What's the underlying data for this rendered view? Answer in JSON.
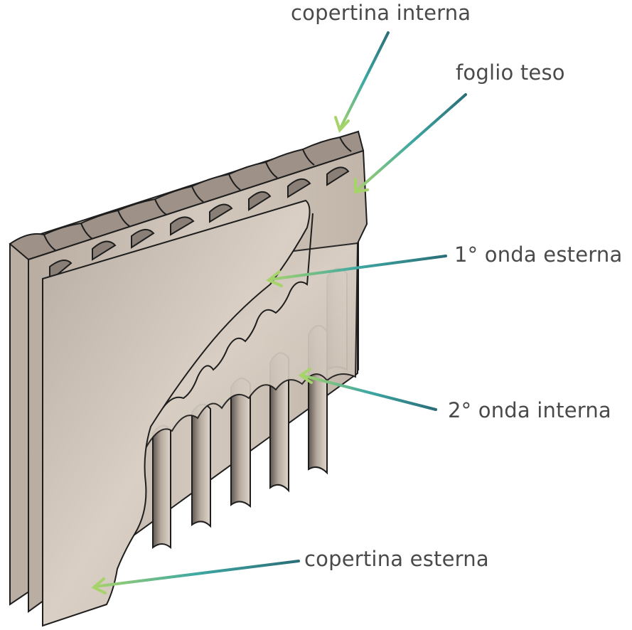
{
  "labels": {
    "inner_liner": "copertina interna",
    "tense_sheet": "foglio teso",
    "first_flute_outer": "1° onda esterna",
    "second_flute_inner": "2° onda interna",
    "outer_liner": "copertina esterna"
  },
  "colors": {
    "board": "#cbbfb3",
    "board_light": "#ddd3c8",
    "board_dark": "#8a7f77",
    "flute_shadow": "#5e5650",
    "outline": "#1e1e1e",
    "arrow_start": "#2a6e78",
    "arrow_mid": "#3fa8a3",
    "arrow_end": "#a6d36a",
    "text": "#4a4a4a"
  }
}
